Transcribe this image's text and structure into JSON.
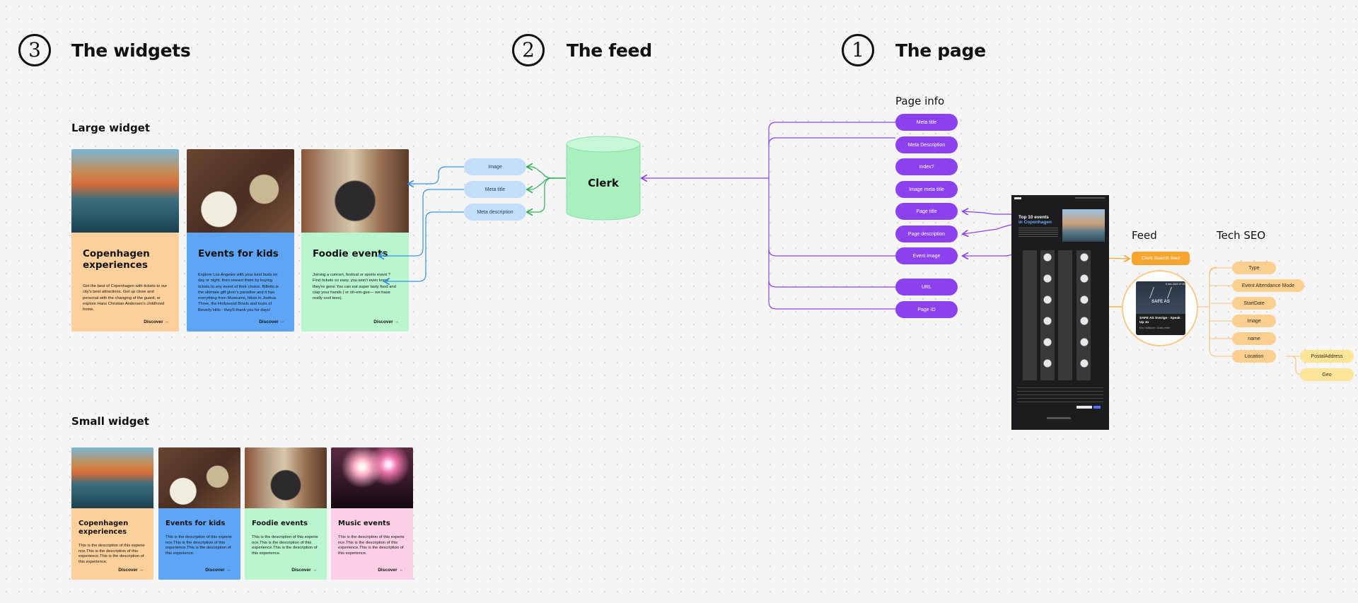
{
  "sections": {
    "widgets": {
      "number": "3",
      "title": "The widgets"
    },
    "feed": {
      "number": "2",
      "title": "The feed"
    },
    "page": {
      "number": "1",
      "title": "The page"
    }
  },
  "large_widget": {
    "title": "Large widget",
    "cards": [
      {
        "title": "Copenhagen experiences",
        "desc": "Get the best of Copenhagen with tickets to our city's best attractions. Get up close and personal with the changing of the guard, or explore Hans Christian Andersen's childhood home.",
        "cta": "Discover →",
        "color": "#fdd09b"
      },
      {
        "title": "Events for kids",
        "desc": "Explore Los Angeles with your best buds on day or night, then reward them by buying tickets to any event of their choice. Billetto is the ultimate gift giver's paradise and it has everything from Museums, hikes in Joshua Three, the Hollywood Bowls and tours of Beverly Hills - they'll thank you for days!",
        "cta": "Discover →",
        "color": "#5ea6f5"
      },
      {
        "title": "Foodie events",
        "desc": "Joining a concert, festival or sports event ? Find tickets so easy, you won't even know they're gone.You can eat super tasty food and clap your hands ( or oh-em-gee— we have really cool tees).",
        "cta": "Discover →",
        "color": "#b9f5cd"
      }
    ]
  },
  "small_widget": {
    "title": "Small widget",
    "cards": [
      {
        "title": "Copenhagen experiences",
        "desc": "This is the description of this experie nce.This is the description of this experience.This is the description of this experience.",
        "cta": "Discover →",
        "color": "#fdd09b"
      },
      {
        "title": "Events for kids",
        "desc": "This is the description of this experie nce.This is the description of this experience.This is the description of this experience.",
        "cta": "Discover →",
        "color": "#5ea6f5"
      },
      {
        "title": "Foodie events",
        "desc": "This is the description of this experie nce.This is the description of this experience.This is the description of this experience.",
        "cta": "Discover →",
        "color": "#b9f5cd"
      },
      {
        "title": "Music events",
        "desc": "This is the description of this experie nce.This is the description of this experience.This is the description of this experience.",
        "cta": "Discover →",
        "color": "#fbd0e6"
      }
    ]
  },
  "feed_fields": [
    "Image",
    "Meta title",
    "Meta description"
  ],
  "clerk": {
    "label": "Clerk"
  },
  "page_info": {
    "title": "Page info",
    "items": [
      "Meta title",
      "Meta Description",
      "Index?",
      "Image meta title",
      "Page title",
      "Page description",
      "Event image",
      "URL",
      "Page ID"
    ]
  },
  "feed_label": "Feed",
  "clerk_search_feed": "Clerk Search feed",
  "tech_seo": {
    "title": "Tech SEO",
    "items": [
      "Type",
      "Event Attendance Mode",
      "StartDate",
      "Image",
      "name",
      "Location"
    ],
    "location_children": [
      "PostalAddress",
      "Geo"
    ]
  },
  "mock_page": {
    "heading_line1": "Top 10 events",
    "heading_line2": "in Copenhagen"
  },
  "event_preview": {
    "date": "5 dec 2022 07:00",
    "name": "SAFE AS Sverige - Speak Up Ja",
    "venue": "Eric Hallstrom, Gratis entre",
    "poster_text": "SAFE AS"
  },
  "colors": {
    "blue_pill": "#c4def9",
    "purple_pill": "#8b42ee",
    "orange_pill": "#fbcf90",
    "yellow_pill": "#fde597",
    "clerk_green": "#a8f0c0",
    "feed_orange": "#f7a530"
  }
}
